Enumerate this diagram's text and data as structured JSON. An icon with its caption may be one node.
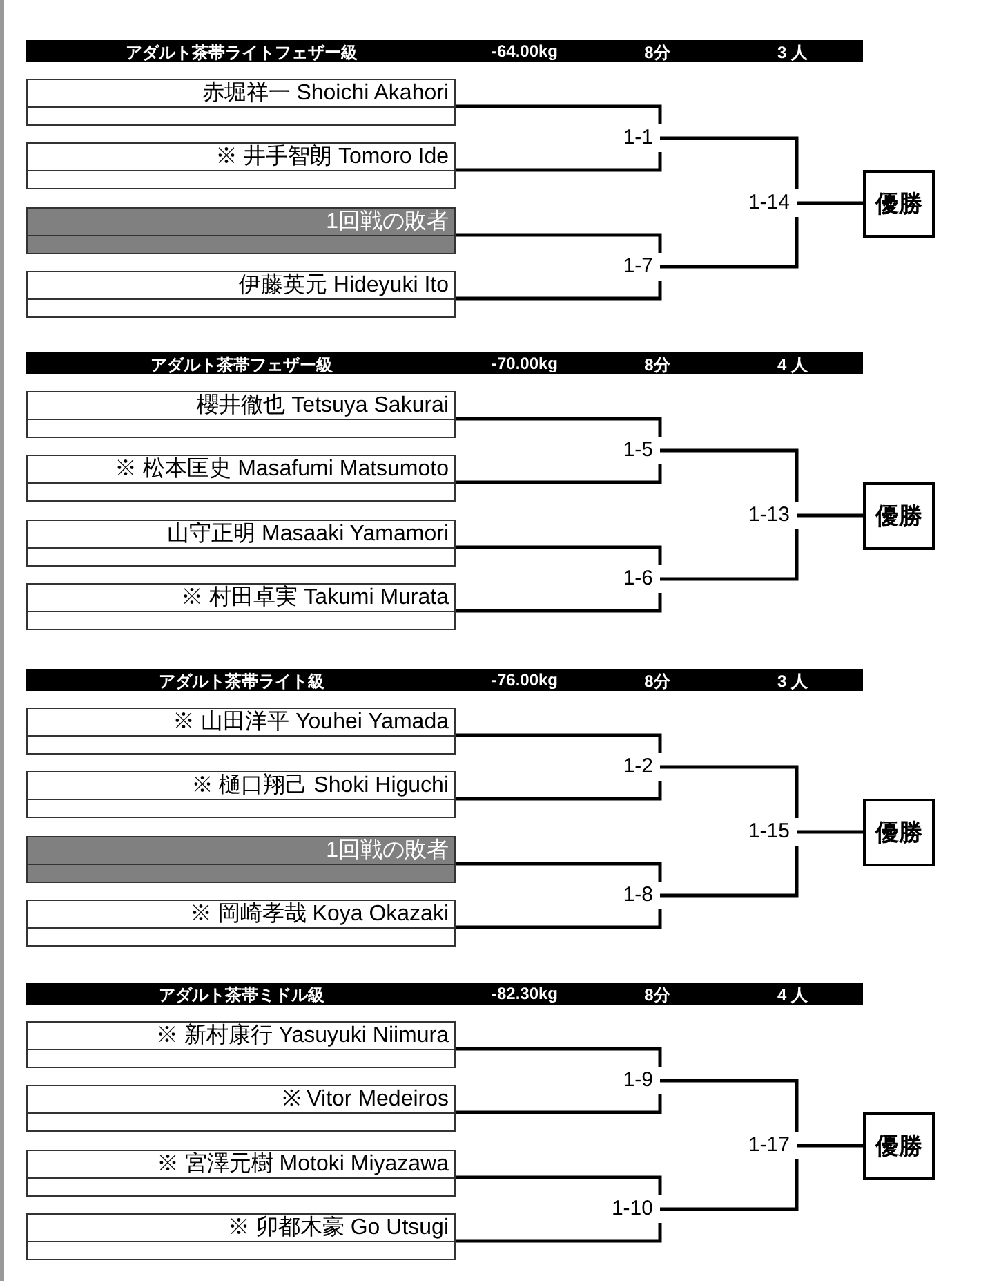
{
  "diagram": {
    "nodes": [
      {
        "text": [
          "アダルト茶帯ライトフェザー級",
          "-64.00kg",
          "8分",
          "3 人"
        ]
      },
      {
        "text": [
          "赤堀祥一 Shoichi Akahori"
        ]
      },
      {
        "text": [
          "※ 井手智朗 Tomoro Ide"
        ]
      },
      {
        "text": [
          "1回戦の敗者"
        ]
      },
      {
        "text": [
          "伊藤英元 Hideyuki Ito"
        ]
      },
      {
        "text": [
          "1-1"
        ]
      },
      {
        "text": [
          "1-7"
        ]
      },
      {
        "text": [
          "1-14"
        ]
      },
      {
        "text": [
          "優勝"
        ]
      },
      {
        "text": [
          "アダルト茶帯フェザー級",
          "-70.00kg",
          "8分",
          "4 人"
        ]
      },
      {
        "text": [
          "櫻井徹也 Tetsuya Sakurai"
        ]
      },
      {
        "text": [
          "※ 松本匡史 Masafumi Matsumoto"
        ]
      },
      {
        "text": [
          "山守正明 Masaaki Yamamori"
        ]
      },
      {
        "text": [
          "※ 村田卓実 Takumi Murata"
        ]
      },
      {
        "text": [
          "1-5"
        ]
      },
      {
        "text": [
          "1-6"
        ]
      },
      {
        "text": [
          "1-13"
        ]
      },
      {
        "text": [
          "優勝"
        ]
      },
      {
        "text": [
          "アダルト茶帯ライト級",
          "-76.00kg",
          "8分",
          "3 人"
        ]
      },
      {
        "text": [
          "※ 山田洋平 Youhei Yamada"
        ]
      },
      {
        "text": [
          "※ 樋口翔己 Shoki Higuchi"
        ]
      },
      {
        "text": [
          "1回戦の敗者"
        ]
      },
      {
        "text": [
          "※ 岡崎孝哉 Koya Okazaki"
        ]
      },
      {
        "text": [
          "1-2"
        ]
      },
      {
        "text": [
          "1-8"
        ]
      },
      {
        "text": [
          "1-15"
        ]
      },
      {
        "text": [
          "優勝"
        ]
      },
      {
        "text": [
          "アダルト茶帯ミドル級",
          "-82.30kg",
          "8分",
          "4 人"
        ]
      },
      {
        "text": [
          "※ 新村康行 Yasuyuki Niimura"
        ]
      },
      {
        "text": [
          "※ Vitor Medeiros"
        ]
      },
      {
        "text": [
          "※ 宮澤元樹 Motoki Miyazawa"
        ]
      },
      {
        "text": [
          "※ 卯都木豪 Go Utsugi"
        ]
      },
      {
        "text": [
          "1-9"
        ]
      },
      {
        "text": [
          "1-10"
        ]
      },
      {
        "text": [
          "1-17"
        ]
      },
      {
        "text": [
          "優勝"
        ]
      }
    ],
    "edges": [
      {
        "from": 1,
        "to": 5,
        "arrow": "none"
      },
      {
        "from": 2,
        "to": 5,
        "arrow": "none"
      },
      {
        "from": 3,
        "to": 6,
        "arrow": "none"
      },
      {
        "from": 4,
        "to": 6,
        "arrow": "none"
      },
      {
        "from": 5,
        "to": 7,
        "arrow": "none"
      },
      {
        "from": 6,
        "to": 7,
        "arrow": "none"
      },
      {
        "from": 7,
        "to": 8,
        "arrow": "none"
      },
      {
        "from": 10,
        "to": 14,
        "arrow": "none"
      },
      {
        "from": 11,
        "to": 14,
        "arrow": "none"
      },
      {
        "from": 12,
        "to": 15,
        "arrow": "none"
      },
      {
        "from": 13,
        "to": 15,
        "arrow": "none"
      },
      {
        "from": 14,
        "to": 16,
        "arrow": "none"
      },
      {
        "from": 15,
        "to": 16,
        "arrow": "none"
      },
      {
        "from": 16,
        "to": 17,
        "arrow": "none"
      },
      {
        "from": 19,
        "to": 23,
        "arrow": "none"
      },
      {
        "from": 20,
        "to": 23,
        "arrow": "none"
      },
      {
        "from": 21,
        "to": 24,
        "arrow": "none"
      },
      {
        "from": 22,
        "to": 24,
        "arrow": "none"
      },
      {
        "from": 23,
        "to": 25,
        "arrow": "none"
      },
      {
        "from": 24,
        "to": 25,
        "arrow": "none"
      },
      {
        "from": 25,
        "to": 26,
        "arrow": "none"
      },
      {
        "from": 28,
        "to": 32,
        "arrow": "none"
      },
      {
        "from": 29,
        "to": 32,
        "arrow": "none"
      },
      {
        "from": 30,
        "to": 33,
        "arrow": "none"
      },
      {
        "from": 31,
        "to": 33,
        "arrow": "none"
      },
      {
        "from": 32,
        "to": 34,
        "arrow": "none"
      },
      {
        "from": 33,
        "to": 34,
        "arrow": "none"
      },
      {
        "from": 34,
        "to": 35,
        "arrow": "none"
      }
    ]
  }
}
